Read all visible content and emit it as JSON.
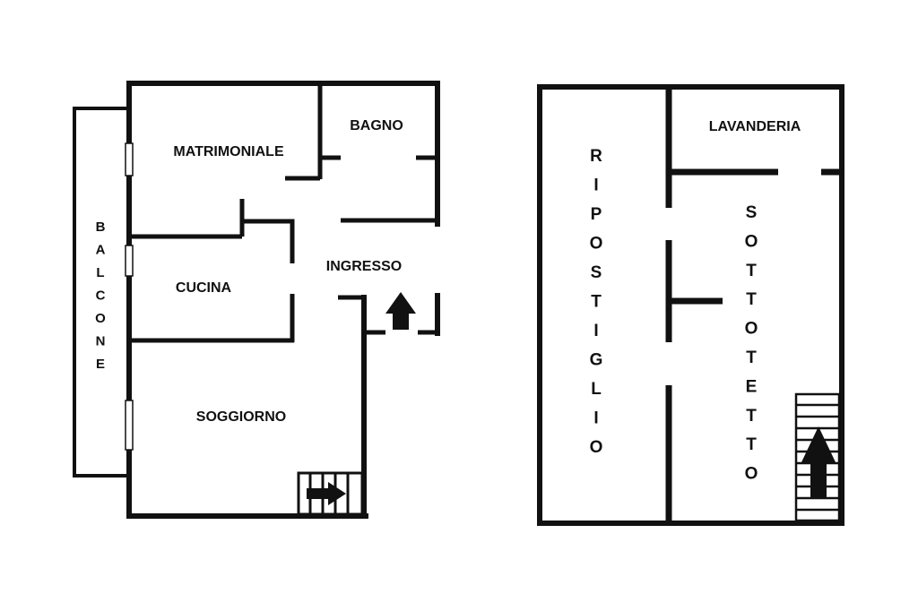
{
  "left_plan": {
    "rooms": {
      "matrimoniale": "MATRIMONIALE",
      "bagno": "BAGNO",
      "cucina": "CUCINA",
      "ingresso": "INGRESSO",
      "soggiorno": "SOGGIORNO",
      "balcone": "BALCONE"
    }
  },
  "right_plan": {
    "rooms": {
      "lavanderia": "LAVANDERIA",
      "ripostiglio": "RIPOSTIGLIO",
      "sottotetto": "SOTTOTETTO"
    }
  },
  "icons": {
    "entrance_arrow": "arrow-up-icon",
    "stairs_left_arrow": "arrow-right-icon",
    "stairs_right_arrow": "arrow-up-icon"
  },
  "colors": {
    "wall": "#111111",
    "background": "#ffffff"
  }
}
